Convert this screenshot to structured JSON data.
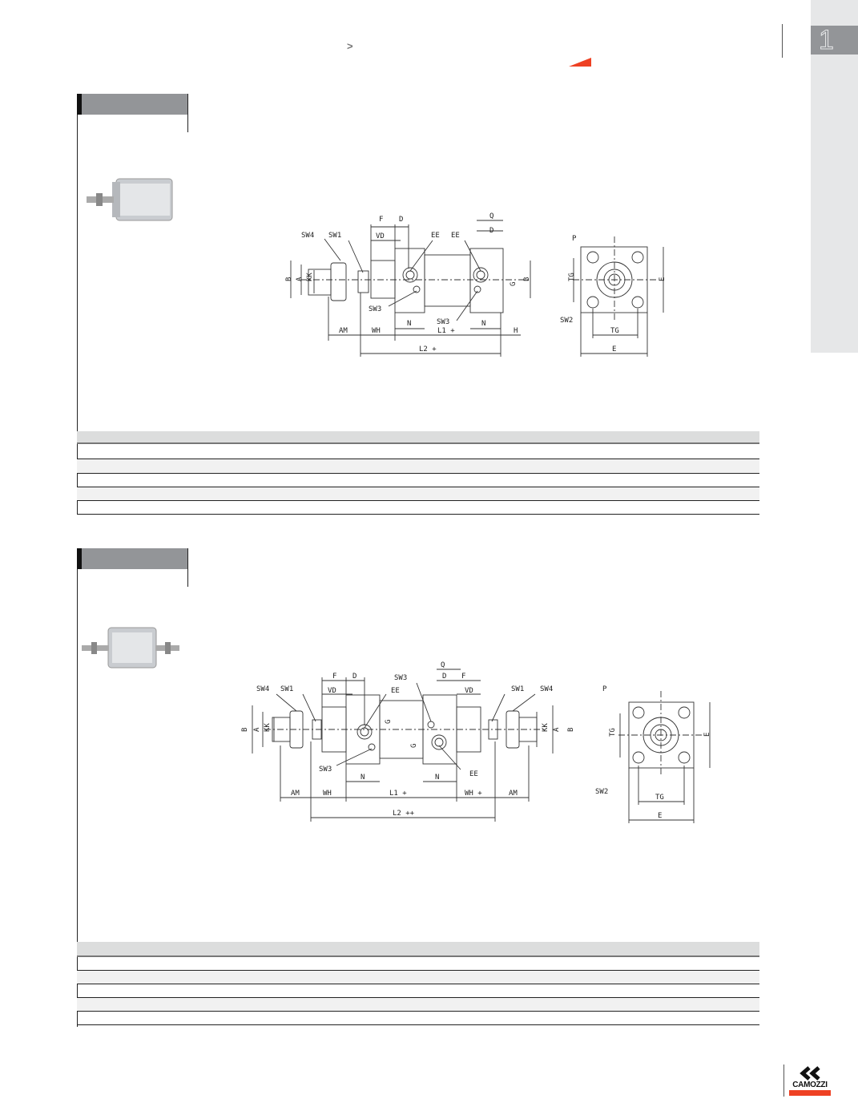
{
  "header": {
    "breadcrumb_separator": ">",
    "chapter_number": "1",
    "accent_color": "#ee4123"
  },
  "sections": [
    {
      "drawing_labels": [
        "SW4",
        "SW1",
        "F",
        "D",
        "VD",
        "EE",
        "EE",
        "Q",
        "D",
        "B",
        "A",
        "KK",
        "G",
        "B",
        "SW3",
        "SW3",
        "N",
        "N",
        "AM",
        "WH",
        "L1 +",
        "H",
        "L2 +",
        "P",
        "TG",
        "E",
        "SW2",
        "TG",
        "E"
      ]
    },
    {
      "drawing_labels": [
        "SW4",
        "SW1",
        "F",
        "D",
        "VD",
        "EE",
        "SW3",
        "Q",
        "D",
        "F",
        "VD",
        "SW1",
        "SW4",
        "B",
        "A",
        "KK",
        "G",
        "G",
        "KK",
        "A",
        "B",
        "SW3",
        "EE",
        "N",
        "N",
        "AM",
        "WH",
        "L1 +",
        "WH +",
        "AM",
        "L2 ++",
        "P",
        "TG",
        "E",
        "SW2",
        "TG",
        "E"
      ]
    }
  ],
  "footer": {
    "brand": "CAMOZZI"
  }
}
